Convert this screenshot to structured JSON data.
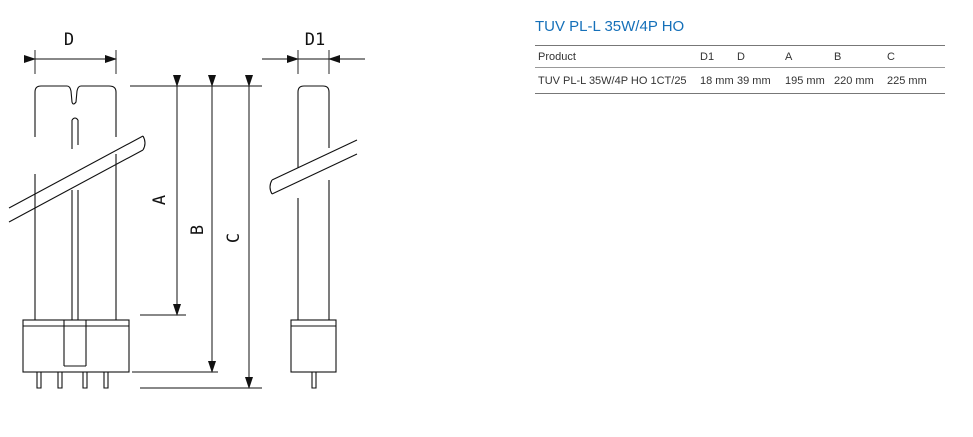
{
  "drawing": {
    "labels": {
      "D": "D",
      "D1": "D1",
      "A": "A",
      "B": "B",
      "C": "C"
    }
  },
  "spec": {
    "title": "TUV PL-L 35W/4P HO",
    "columns": [
      "Product",
      "D1",
      "D",
      "A",
      "B",
      "C"
    ],
    "rows": [
      [
        "TUV PL-L 35W/4P HO 1CT/25",
        "18 mm",
        "39 mm",
        "195 mm",
        "220 mm",
        "225 mm"
      ]
    ]
  }
}
